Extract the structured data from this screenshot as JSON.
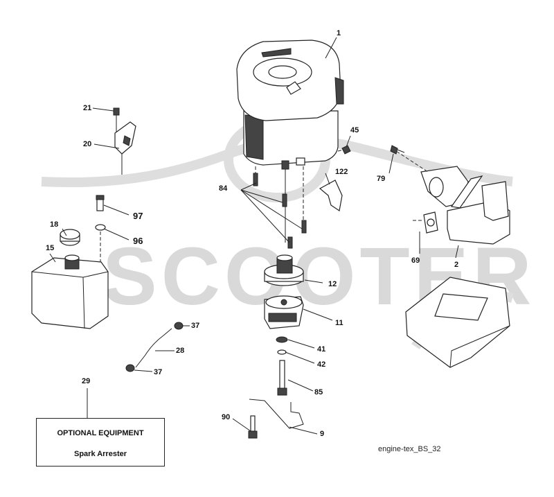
{
  "watermark": {
    "text": "SCOOTER"
  },
  "callouts": {
    "c1": "1",
    "c2": "2",
    "c9": "9",
    "c11": "11",
    "c12": "12",
    "c15": "15",
    "c18": "18",
    "c20": "20",
    "c21": "21",
    "c28": "28",
    "c29": "29",
    "c37a": "37",
    "c37b": "37",
    "c41": "41",
    "c42": "42",
    "c45": "45",
    "c69": "69",
    "c79": "79",
    "c84": "84",
    "c85": "85",
    "c90": "90",
    "c96": "96",
    "c97": "97",
    "c122": "122"
  },
  "optional_box": {
    "title": "OPTIONAL EQUIPMENT",
    "item": "Spark Arrester"
  },
  "reference": "engine-tex_BS_32"
}
